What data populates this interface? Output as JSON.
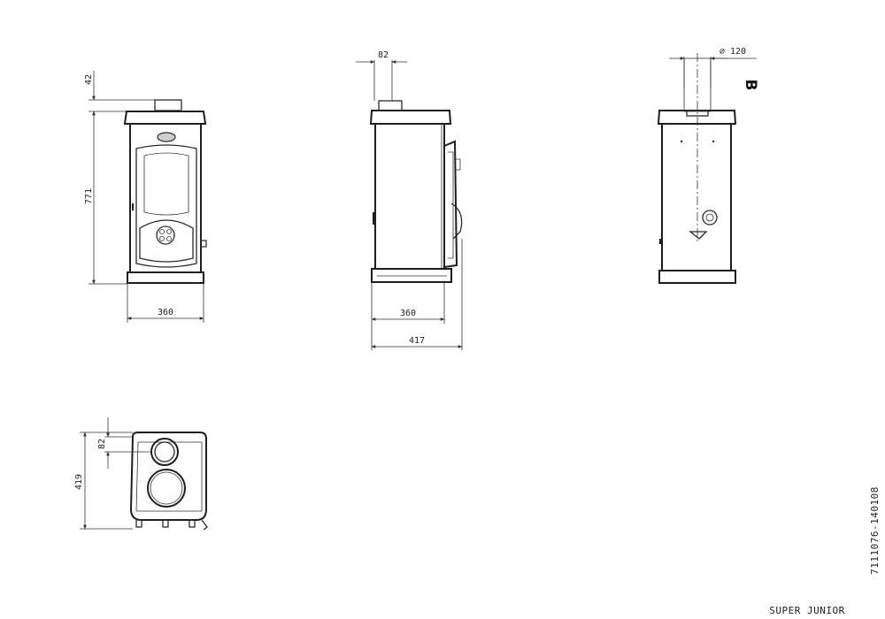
{
  "front_view": {
    "height_top": "42",
    "height_total": "771",
    "width": "360"
  },
  "side_view": {
    "flue_offset": "82",
    "body_depth": "360",
    "total_depth": "417"
  },
  "rear_view": {
    "flue_diameter": "⌀ 120",
    "outlet_label": "B"
  },
  "top_view": {
    "flue_offset": "82",
    "depth": "419"
  },
  "drawing_code": "7111076-140108",
  "product_name": "SUPER JUNIOR"
}
